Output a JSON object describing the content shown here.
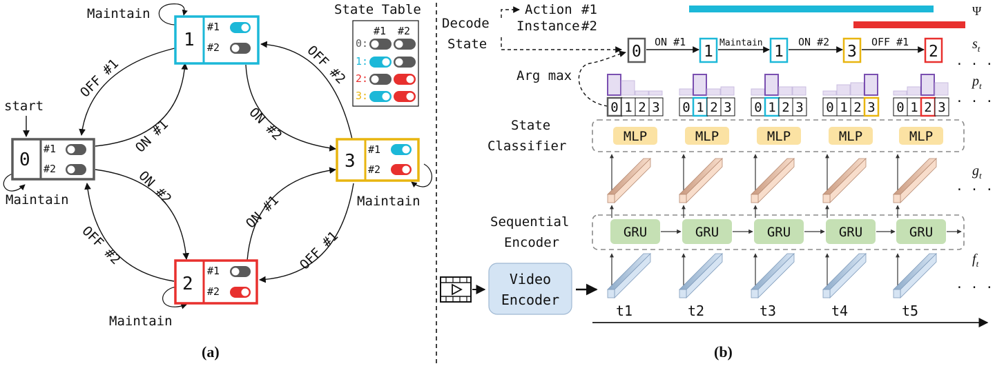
{
  "panel_a": {
    "caption": "(a)",
    "state_table": {
      "title": "State Table",
      "col1": "#1",
      "col2": "#2",
      "rows": [
        {
          "label": "0:",
          "color": "#5a5a5a"
        },
        {
          "label": "1:",
          "color": "#1cb8d8"
        },
        {
          "label": "2:",
          "color": "#e8302e"
        },
        {
          "label": "3:",
          "color": "#e8b510"
        }
      ]
    },
    "states": {
      "s0": {
        "id": "0",
        "sw1": "#1",
        "sw2": "#2"
      },
      "s1": {
        "id": "1",
        "sw1": "#1",
        "sw2": "#2"
      },
      "s2": {
        "id": "2",
        "sw1": "#1",
        "sw2": "#2"
      },
      "s3": {
        "id": "3",
        "sw1": "#1",
        "sw2": "#2"
      }
    },
    "start_label": "start",
    "edges": {
      "maintain": "Maintain",
      "off1": "OFF #1",
      "on1": "ON #1",
      "off2": "OFF #2",
      "on2": "ON #2"
    }
  },
  "panel_b": {
    "caption": "(b)",
    "action_label": "Action",
    "action_num1": "#1",
    "instance_label": "Instance",
    "instance_num2": "#2",
    "decode_state": [
      "Decode",
      "State"
    ],
    "psi": "Ψ",
    "s_t": "s",
    "s_t_sub": "t",
    "p_t": "p",
    "p_t_sub": "t",
    "g_t": "g",
    "g_t_sub": "t",
    "f_t": "f",
    "f_t_sub": "t",
    "ellipsis": ". . .",
    "argmax": "Arg max",
    "state_classifier": [
      "State",
      "Classifier"
    ],
    "sequential_encoder": [
      "Sequential",
      "Encoder"
    ],
    "video_encoder": [
      "Video",
      "Encoder"
    ],
    "mlp": "MLP",
    "gru": "GRU",
    "timesteps": [
      "t1",
      "t2",
      "t3",
      "t4",
      "t5"
    ],
    "decoded_states": [
      "0",
      "1",
      "1",
      "3",
      "2"
    ],
    "transitions": [
      "ON #1",
      "Maintain",
      "ON #2",
      "OFF #1"
    ],
    "digits": [
      "0",
      "1",
      "2",
      "3"
    ],
    "colors": {
      "gray": "#5a5a5a",
      "cyan": "#1cb8d8",
      "red": "#e8302e",
      "yellow": "#e8b510",
      "mlp_fill": "#fbe2a3",
      "gru_fill": "#c5e0b4",
      "video_fill": "#d4e4f4",
      "hist_fill": "#e6def2",
      "hist_stroke": "#7a4fb0"
    }
  }
}
